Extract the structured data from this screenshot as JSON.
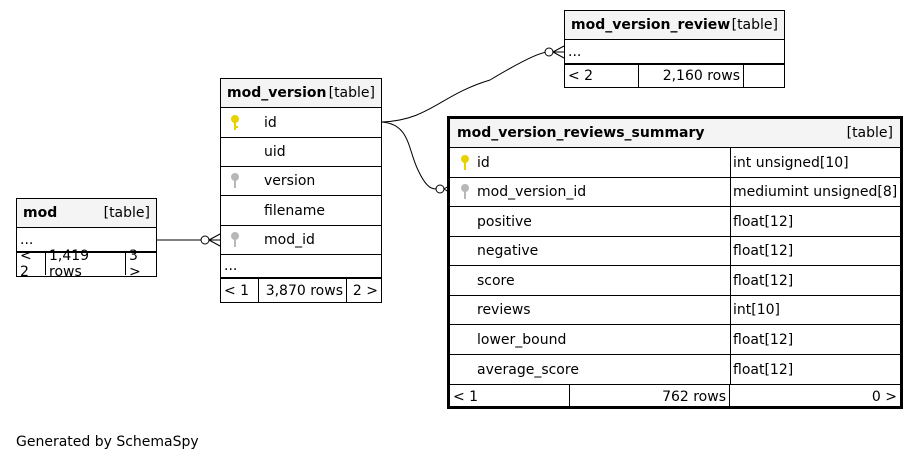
{
  "tables": {
    "mod": {
      "name": "mod",
      "kind": "[table]",
      "rows": [
        "..."
      ],
      "footer": {
        "left": "< 2",
        "mid": "1,419 rows",
        "right": "3 >"
      }
    },
    "mod_version": {
      "name": "mod_version",
      "kind": "[table]",
      "columns": [
        "id",
        "uid",
        "version",
        "filename",
        "mod_id"
      ],
      "ellipsis": "...",
      "footer": {
        "left": "< 1",
        "mid": "3,870 rows",
        "right": "2 >"
      }
    },
    "mod_version_review": {
      "name": "mod_version_review",
      "kind": "[table]",
      "rows": [
        "..."
      ],
      "footer": {
        "left": "< 2",
        "mid": "2,160 rows",
        "right": ""
      }
    },
    "mod_version_reviews_summary": {
      "name": "mod_version_reviews_summary",
      "kind": "[table]",
      "columns": [
        {
          "name": "id",
          "type": "int unsigned[10]"
        },
        {
          "name": "mod_version_id",
          "type": "mediumint unsigned[8]"
        },
        {
          "name": "positive",
          "type": "float[12]"
        },
        {
          "name": "negative",
          "type": "float[12]"
        },
        {
          "name": "score",
          "type": "float[12]"
        },
        {
          "name": "reviews",
          "type": "int[10]"
        },
        {
          "name": "lower_bound",
          "type": "float[12]"
        },
        {
          "name": "average_score",
          "type": "float[12]"
        }
      ],
      "footer": {
        "left": "< 1",
        "mid": "762 rows",
        "right": "0 >"
      }
    }
  },
  "generated_by": "Generated by SchemaSpy",
  "colors": {
    "primary_key": "#e8d200",
    "foreign_key": "#b8b8b8"
  }
}
